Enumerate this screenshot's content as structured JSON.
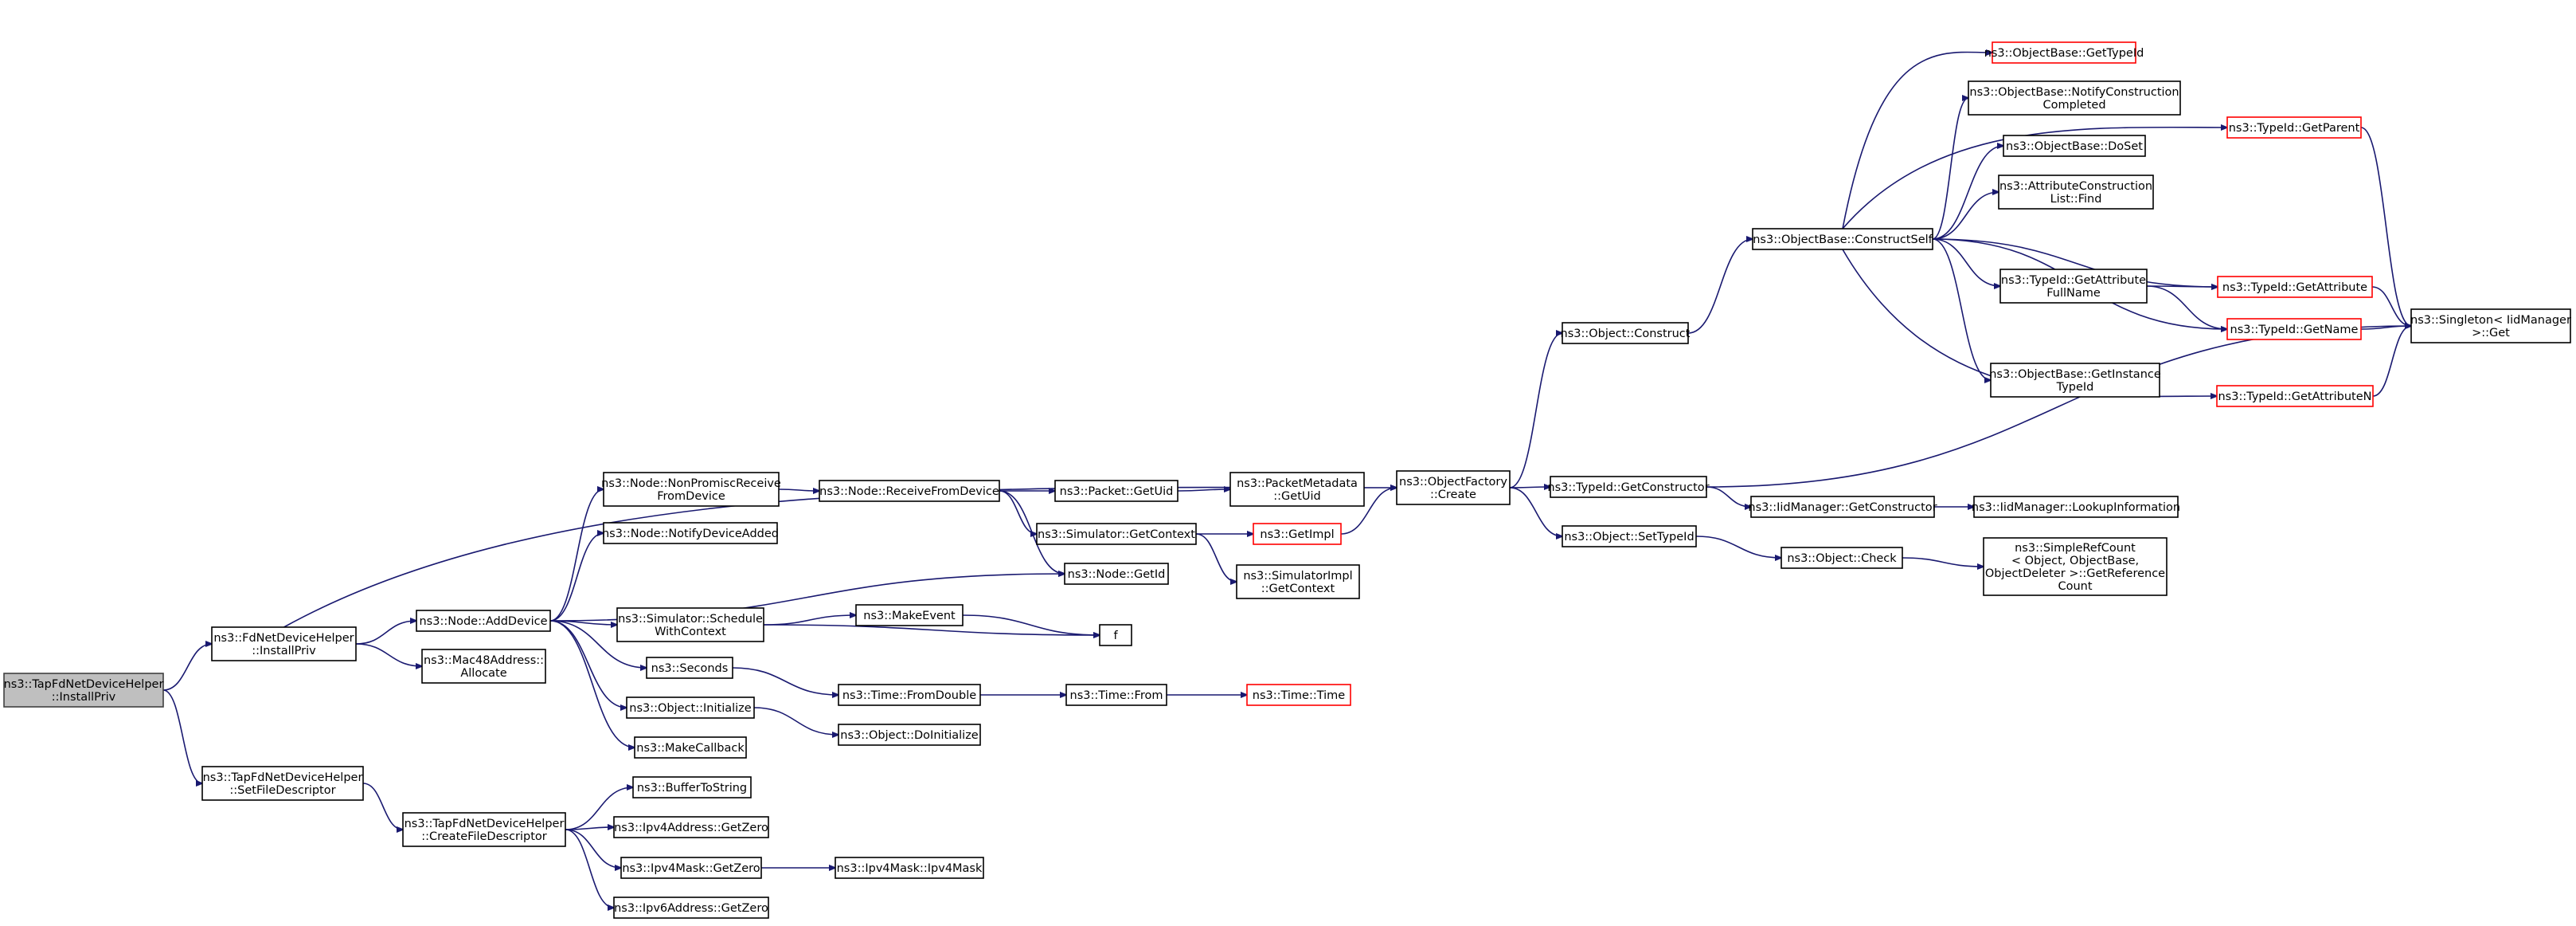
{
  "graph": {
    "nodes": [
      {
        "id": "root",
        "lines": [
          "ns3::TapFdNetDeviceHelper",
          "::InstallPriv"
        ],
        "style": "root"
      },
      {
        "id": "fd_install",
        "lines": [
          "ns3::FdNetDeviceHelper",
          "::InstallPriv"
        ],
        "style": "normal"
      },
      {
        "id": "tap_setfd",
        "lines": [
          "ns3::TapFdNetDeviceHelper",
          "::SetFileDescriptor"
        ],
        "style": "normal"
      },
      {
        "id": "node_add",
        "lines": [
          "ns3::Node::AddDevice"
        ],
        "style": "normal"
      },
      {
        "id": "mac48",
        "lines": [
          "ns3::Mac48Address::",
          "Allocate"
        ],
        "style": "normal"
      },
      {
        "id": "tap_create",
        "lines": [
          "ns3::TapFdNetDeviceHelper",
          "::CreateFileDescriptor"
        ],
        "style": "normal"
      },
      {
        "id": "node_nonprom",
        "lines": [
          "ns3::Node::NonPromiscReceive",
          "FromDevice"
        ],
        "style": "normal"
      },
      {
        "id": "node_notify",
        "lines": [
          "ns3::Node::NotifyDeviceAdded"
        ],
        "style": "normal"
      },
      {
        "id": "sim_sched",
        "lines": [
          "ns3::Simulator::Schedule",
          "WithContext"
        ],
        "style": "normal"
      },
      {
        "id": "seconds",
        "lines": [
          "ns3::Seconds"
        ],
        "style": "normal"
      },
      {
        "id": "obj_init",
        "lines": [
          "ns3::Object::Initialize"
        ],
        "style": "normal"
      },
      {
        "id": "makecb",
        "lines": [
          "ns3::MakeCallback"
        ],
        "style": "normal"
      },
      {
        "id": "buf2str",
        "lines": [
          "ns3::BufferToString"
        ],
        "style": "normal"
      },
      {
        "id": "ipv4addr_zero",
        "lines": [
          "ns3::Ipv4Address::GetZero"
        ],
        "style": "normal"
      },
      {
        "id": "ipv4mask_zero",
        "lines": [
          "ns3::Ipv4Mask::GetZero"
        ],
        "style": "normal"
      },
      {
        "id": "ipv6addr_zero",
        "lines": [
          "ns3::Ipv6Address::GetZero"
        ],
        "style": "normal"
      },
      {
        "id": "node_recv",
        "lines": [
          "ns3::Node::ReceiveFromDevice"
        ],
        "style": "normal"
      },
      {
        "id": "makeevent",
        "lines": [
          "ns3::MakeEvent"
        ],
        "style": "normal"
      },
      {
        "id": "time_fromdouble",
        "lines": [
          "ns3::Time::FromDouble"
        ],
        "style": "normal"
      },
      {
        "id": "obj_doinit",
        "lines": [
          "ns3::Object::DoInitialize"
        ],
        "style": "normal"
      },
      {
        "id": "ipv4mask_ctor",
        "lines": [
          "ns3::Ipv4Mask::Ipv4Mask"
        ],
        "style": "normal"
      },
      {
        "id": "packet_uid",
        "lines": [
          "ns3::Packet::GetUid"
        ],
        "style": "normal"
      },
      {
        "id": "sim_ctx",
        "lines": [
          "ns3::Simulator::GetContext"
        ],
        "style": "normal"
      },
      {
        "id": "node_getid",
        "lines": [
          "ns3::Node::GetId"
        ],
        "style": "normal"
      },
      {
        "id": "f",
        "lines": [
          "f"
        ],
        "style": "normal"
      },
      {
        "id": "time_from",
        "lines": [
          "ns3::Time::From"
        ],
        "style": "normal"
      },
      {
        "id": "pktmeta_uid",
        "lines": [
          "ns3::PacketMetadata",
          "::GetUid"
        ],
        "style": "normal"
      },
      {
        "id": "getimpl",
        "lines": [
          "ns3::GetImpl"
        ],
        "style": "red"
      },
      {
        "id": "simimpl_ctx",
        "lines": [
          "ns3::SimulatorImpl",
          "::GetContext"
        ],
        "style": "normal"
      },
      {
        "id": "time_time",
        "lines": [
          "ns3::Time::Time"
        ],
        "style": "red"
      },
      {
        "id": "objfactory",
        "lines": [
          "ns3::ObjectFactory",
          "::Create"
        ],
        "style": "normal"
      },
      {
        "id": "obj_construct",
        "lines": [
          "ns3::Object::Construct"
        ],
        "style": "normal"
      },
      {
        "id": "typeid_getctor",
        "lines": [
          "ns3::TypeId::GetConstructor"
        ],
        "style": "normal"
      },
      {
        "id": "obj_settypeid",
        "lines": [
          "ns3::Object::SetTypeId"
        ],
        "style": "normal"
      },
      {
        "id": "objbase_cs",
        "lines": [
          "ns3::ObjectBase::ConstructSelf"
        ],
        "style": "normal"
      },
      {
        "id": "iidmgr_getctor",
        "lines": [
          "ns3::IidManager::GetConstructor"
        ],
        "style": "normal"
      },
      {
        "id": "obj_check",
        "lines": [
          "ns3::Object::Check"
        ],
        "style": "normal"
      },
      {
        "id": "objbase_gettid",
        "lines": [
          "ns3::ObjectBase::GetTypeId"
        ],
        "style": "red"
      },
      {
        "id": "objbase_notify",
        "lines": [
          "ns3::ObjectBase::NotifyConstruction",
          "Completed"
        ],
        "style": "normal"
      },
      {
        "id": "objbase_doset",
        "lines": [
          "ns3::ObjectBase::DoSet"
        ],
        "style": "normal"
      },
      {
        "id": "attr_find",
        "lines": [
          "ns3::AttributeConstruction",
          "List::Find"
        ],
        "style": "normal"
      },
      {
        "id": "typeid_attrfull",
        "lines": [
          "ns3::TypeId::GetAttribute",
          "FullName"
        ],
        "style": "normal"
      },
      {
        "id": "objbase_getinst",
        "lines": [
          "ns3::ObjectBase::GetInstance",
          "TypeId"
        ],
        "style": "normal"
      },
      {
        "id": "iidmgr_lookup",
        "lines": [
          "ns3::IidManager::LookupInformation"
        ],
        "style": "normal"
      },
      {
        "id": "simplerefcount",
        "lines": [
          "ns3::SimpleRefCount",
          "< Object, ObjectBase,",
          " ObjectDeleter >::GetReference",
          "Count"
        ],
        "style": "normal"
      },
      {
        "id": "typeid_getparent",
        "lines": [
          "ns3::TypeId::GetParent"
        ],
        "style": "red"
      },
      {
        "id": "typeid_getattr",
        "lines": [
          "ns3::TypeId::GetAttribute"
        ],
        "style": "red"
      },
      {
        "id": "typeid_getname",
        "lines": [
          "ns3::TypeId::GetName"
        ],
        "style": "red"
      },
      {
        "id": "typeid_getattrn",
        "lines": [
          "ns3::TypeId::GetAttributeN"
        ],
        "style": "red"
      },
      {
        "id": "singleton",
        "lines": [
          "ns3::Singleton< IidManager",
          " >::Get"
        ],
        "style": "normal"
      }
    ]
  }
}
